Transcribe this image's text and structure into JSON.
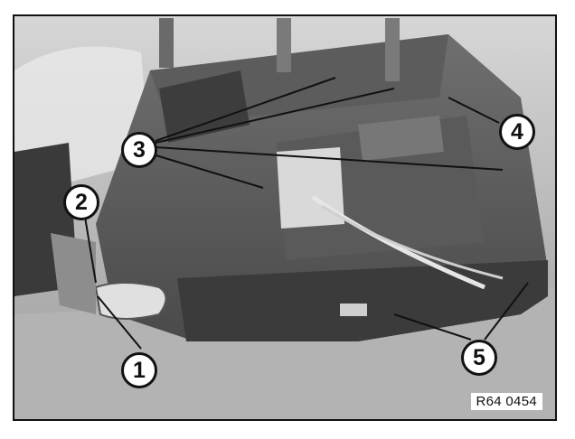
{
  "callouts": {
    "c1": "1",
    "c2": "2",
    "c3": "3",
    "c4": "4",
    "c5": "5"
  },
  "reference_code": "R64 0454",
  "colors": {
    "frame": "#111111",
    "callout_fill": "#ffffff",
    "photo_tone": "#8a8a8a"
  }
}
